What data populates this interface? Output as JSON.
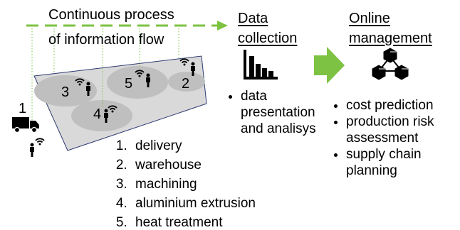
{
  "flow": {
    "title_line1": "Continuous process",
    "title_line2": "of information flow",
    "arrow_color": "#7dc242"
  },
  "floor": {
    "fill": "#d9d9d9",
    "zone_fill": "#bfbfbf",
    "border": "#2f3b74",
    "zones": [
      {
        "number": "3",
        "icon": "wifi-person-icon"
      },
      {
        "number": "5",
        "icon": "wifi-person-icon"
      },
      {
        "number": "2",
        "icon": "wifi-person-icon"
      },
      {
        "number": "4",
        "icon": "person-wifi-icon"
      }
    ]
  },
  "delivery_marker": {
    "number": "1",
    "icon": "delivery-truck-icon",
    "person_icon": "person-wifi-icon"
  },
  "legend": [
    "delivery",
    "warehouse",
    "machining",
    "aluminium extrusion",
    "heat treatment"
  ],
  "data_collection": {
    "title_line1": "Data",
    "title_line2": "collection",
    "icon": "bar-chart-icon",
    "bullets": [
      {
        "line1": "data",
        "line2": "presentation",
        "line3": "and analisys"
      }
    ]
  },
  "arrow": {
    "icon": "right-arrow-icon",
    "color": "#7dc242"
  },
  "online_management": {
    "title_line1": "Online",
    "title_line2": "management",
    "icon": "blocks-network-icon",
    "bullets": [
      {
        "line1": "cost prediction"
      },
      {
        "line1": "production risk",
        "line2": "assessment"
      },
      {
        "line1": "supply chain",
        "line2": "planning"
      }
    ]
  }
}
